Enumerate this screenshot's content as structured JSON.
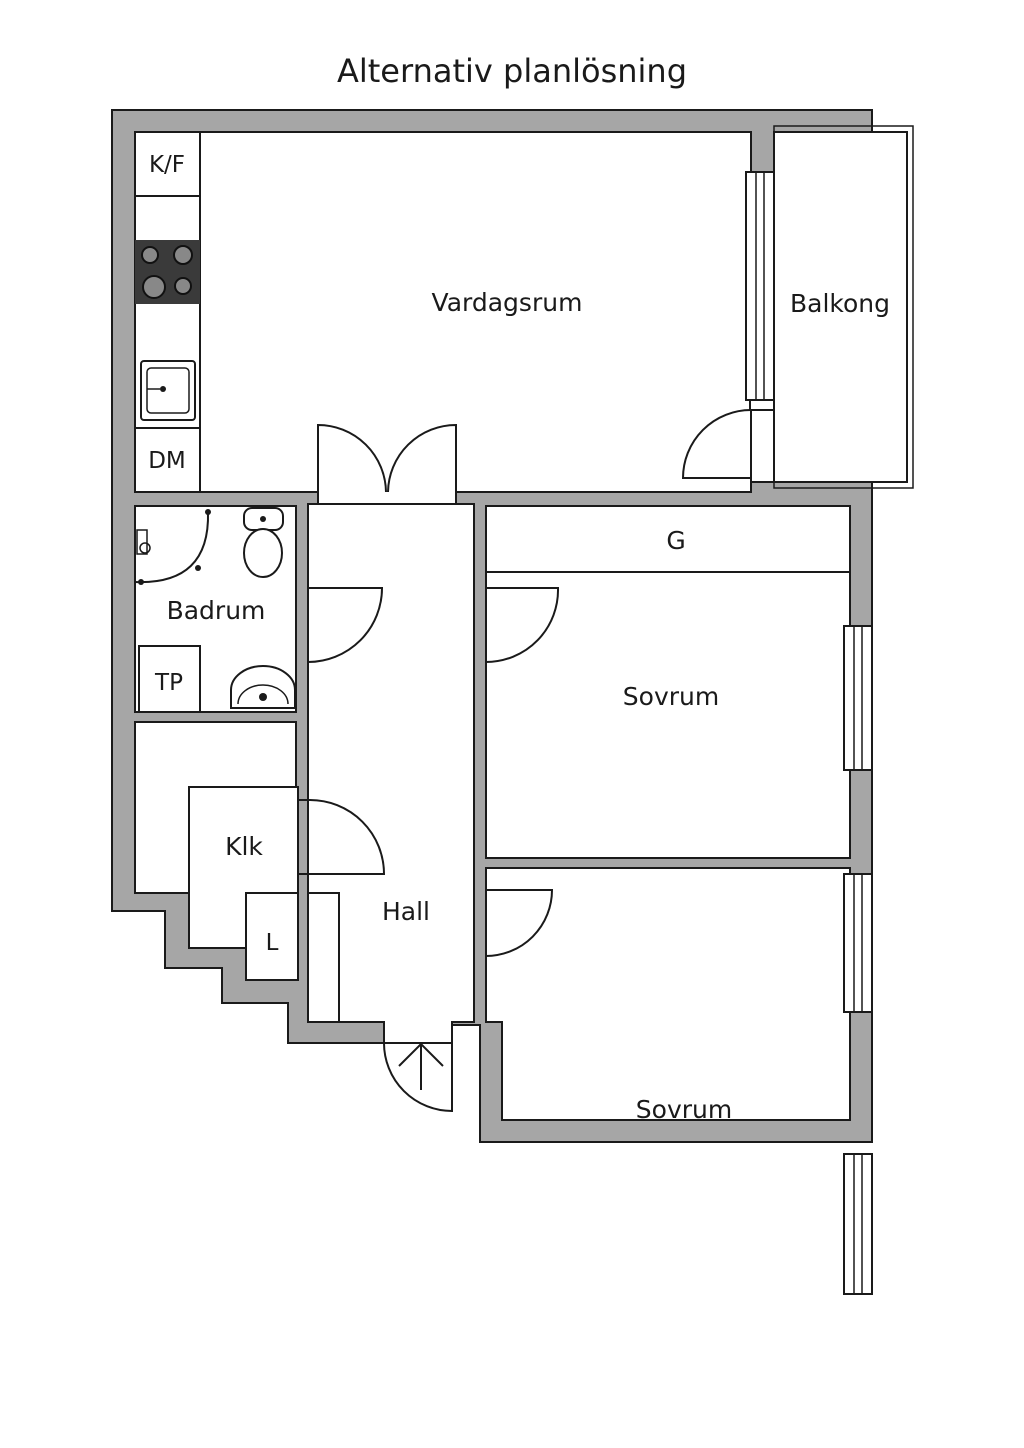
{
  "title": "Alternativ planlösning",
  "rooms": {
    "living": "Vardagsrum",
    "balcony": "Balkong",
    "bath": "Badrum",
    "wardrobe_g": "G",
    "bedroom_1": "Sovrum",
    "bedroom_2": "Sovrum",
    "closet": "Klk",
    "hall": "Hall"
  },
  "fixtures": {
    "fridge_freezer": "K/F",
    "dishwasher": "DM",
    "washer": "TP",
    "storage_l": "L"
  },
  "colors": {
    "wall": "#a6a6a6",
    "line": "#1a1a1a",
    "background": "#ffffff"
  }
}
